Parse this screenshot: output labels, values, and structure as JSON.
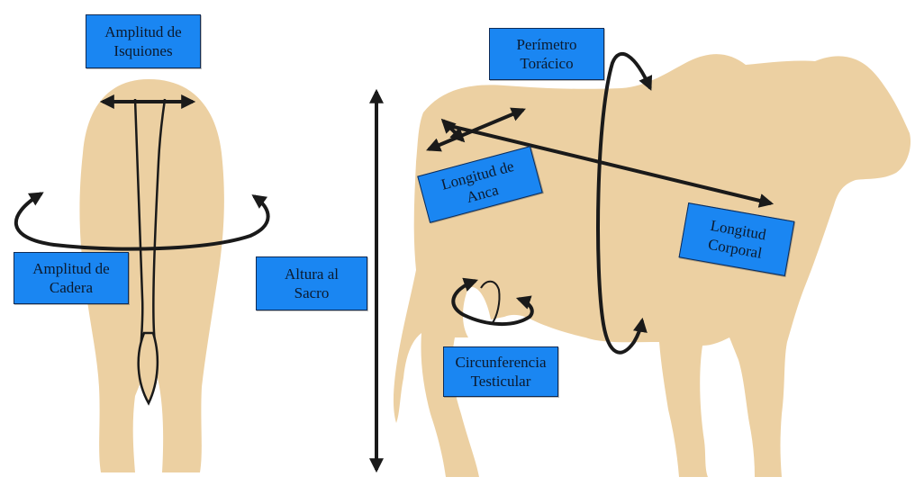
{
  "colors": {
    "body_fill": "#ecd0a2",
    "body_edge": "#dcbf90",
    "arrow": "#1a1a1a",
    "label_bg": "#1a86f2",
    "label_text": "#0b1a2e"
  },
  "labels": {
    "amplitud_isquiones": {
      "line1": "Amplitud de",
      "line2": "Isquiones"
    },
    "amplitud_cadera": {
      "line1": "Amplitud de",
      "line2": "Cadera"
    },
    "altura_sacro": {
      "line1": "Altura al",
      "line2": "Sacro"
    },
    "perimetro_toracico": {
      "line1": "Perímetro",
      "line2": "Torácico"
    },
    "longitud_anca": {
      "line1": "Longitud de",
      "line2": "Anca"
    },
    "longitud_corporal": {
      "line1": "Longitud",
      "line2": "Corporal"
    },
    "circunferencia_testicular": {
      "line1": "Circunferencia",
      "line2": "Testicular"
    }
  }
}
